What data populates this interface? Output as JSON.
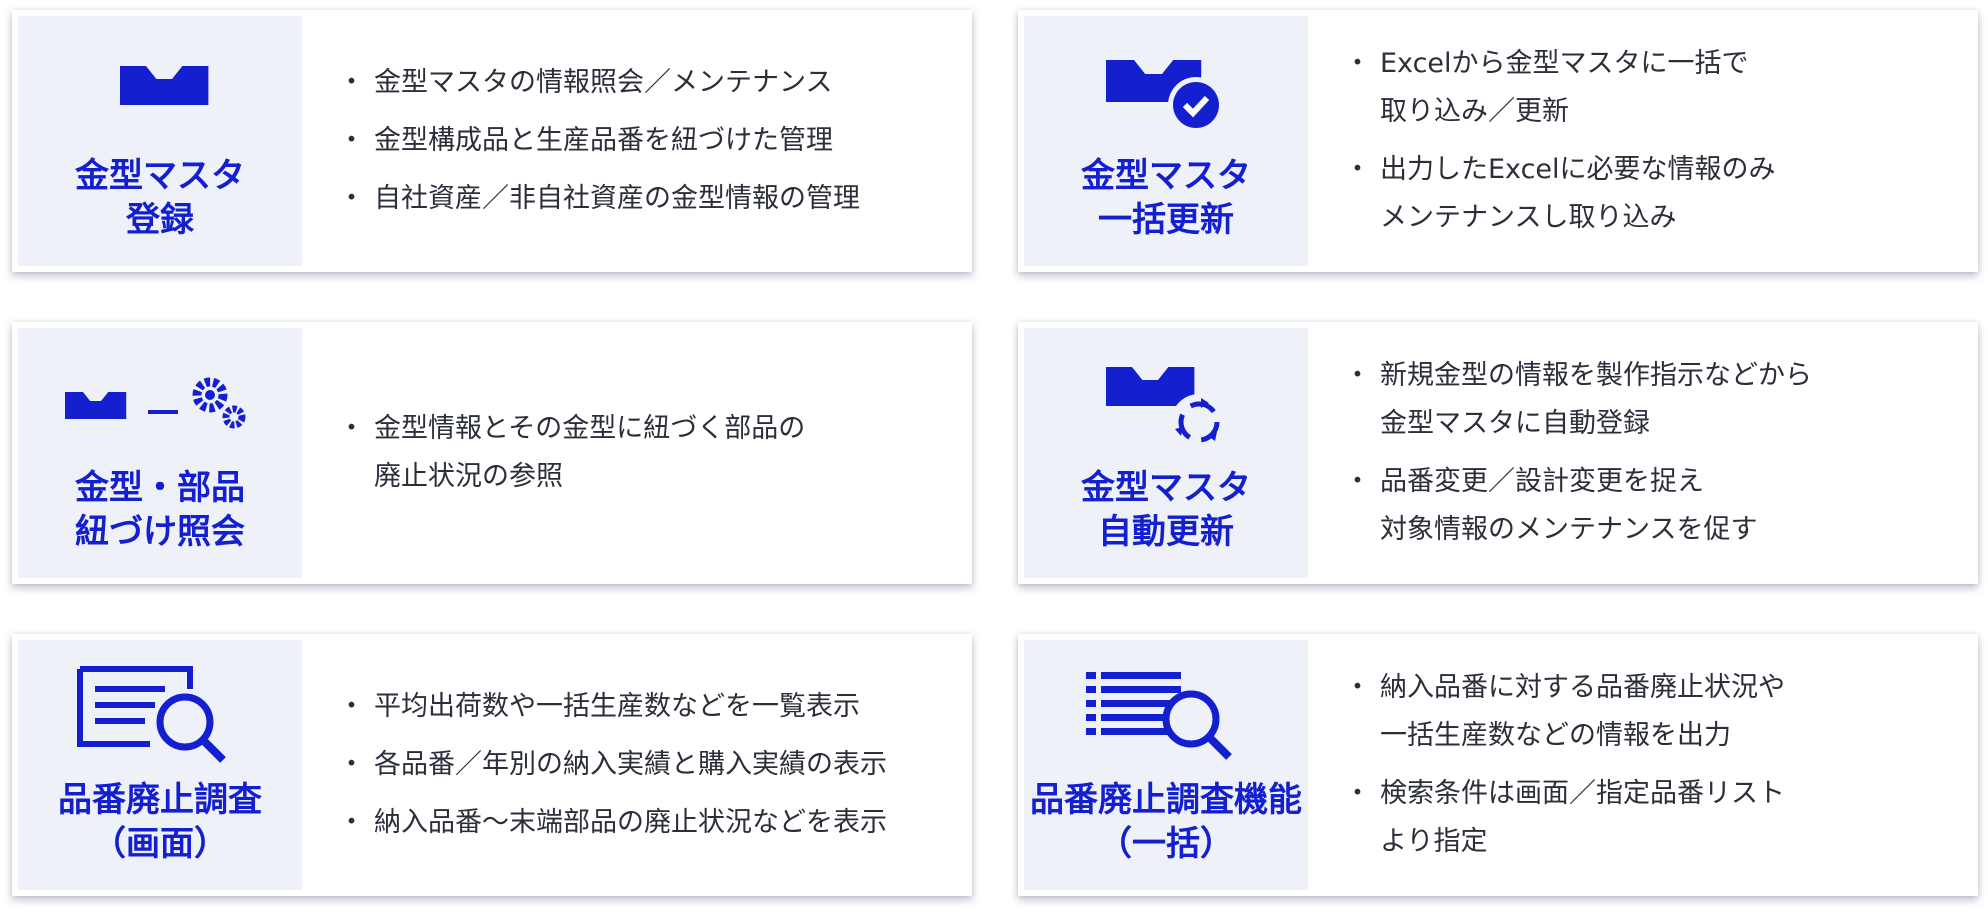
{
  "accent": "#1420d0",
  "cards": [
    {
      "title": "金型マスタ\n登録",
      "icon": "mold-icon",
      "items": [
        "金型マスタの情報照会／メンテナンス",
        "金型構成品と生産品番を紐づけた管理",
        "自社資産／非自社資産の金型情報の管理"
      ]
    },
    {
      "title": "金型マスタ\n一括更新",
      "icon": "mold-check-icon",
      "items": [
        "Excelから金型マスタに一括で\n取り込み／更新",
        "出力したExcelに必要な情報のみ\nメンテナンスし取り込み"
      ]
    },
    {
      "title": "金型・部品\n紐づけ照会",
      "icon": "mold-gears-icon",
      "items": [
        "金型情報とその金型に紐づく部品の\n廃止状況の参照"
      ]
    },
    {
      "title": "金型マスタ\n自動更新",
      "icon": "mold-refresh-icon",
      "items": [
        "新規金型の情報を製作指示などから\n金型マスタに自動登録",
        "品番変更／設計変更を捉え\n対象情報のメンテナンスを促す"
      ]
    },
    {
      "title": "品番廃止調査\n（画面）",
      "icon": "document-search-icon",
      "items": [
        "平均出荷数や一括生産数などを一覧表示",
        "各品番／年別の納入実績と購入実績の表示",
        "納入品番～末端部品の廃止状況などを表示"
      ]
    },
    {
      "title": "品番廃止調査機能\n（一括）",
      "icon": "list-search-icon",
      "items": [
        "納入品番に対する品番廃止状況や\n一括生産数などの情報を出力",
        "検索条件は画面／指定品番リスト\nより指定"
      ]
    }
  ]
}
